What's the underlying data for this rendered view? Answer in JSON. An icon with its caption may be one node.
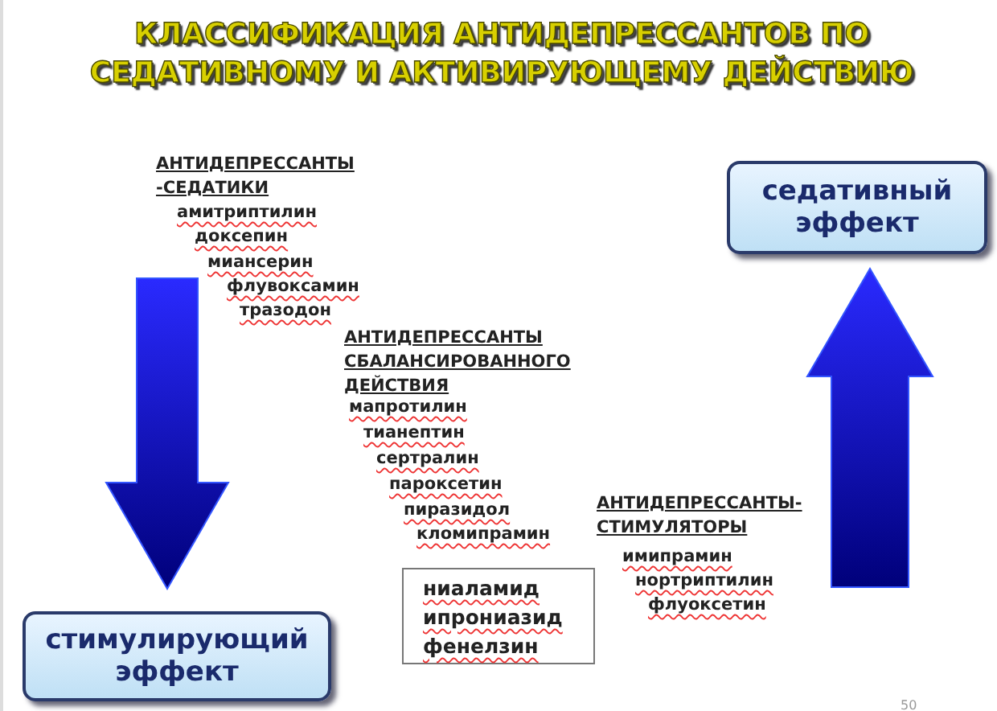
{
  "diagram": {
    "title": "КЛАССИФИКАЦИЯ АНТИДЕПРЕССАНТОВ ПО СЕДАТИВНОМУ И АКТИВИРУЮЩЕМУ ДЕЙСТВИЮ",
    "nodes": [
      {
        "text": [
          "седативный эффект"
        ]
      },
      {
        "text": [
          "стимулирующий эффект"
        ]
      },
      {
        "text": [
          "ниаламид",
          "ипрониазид",
          "фенелзин"
        ]
      }
    ],
    "labels": [
      "АНТИДЕПРЕССАНТЫ -СЕДАТИКИ",
      "амитриптилин",
      "доксепин",
      "миансерин",
      "флувоксамин",
      "тразодон",
      "АНТИДЕПРЕССАНТЫ СБАЛАНСИРОВАННОГО ДЕЙСТВИЯ",
      "мапротилин",
      "тианептин",
      "сертралин",
      "пароксетин",
      "пиразидол",
      "кломипрамин",
      "АНТИДЕПРЕССАНТЫ- СТИМУЛЯТОРЫ",
      "имипрамин",
      "нортриптилин",
      "флуоксетин",
      "50"
    ]
  }
}
